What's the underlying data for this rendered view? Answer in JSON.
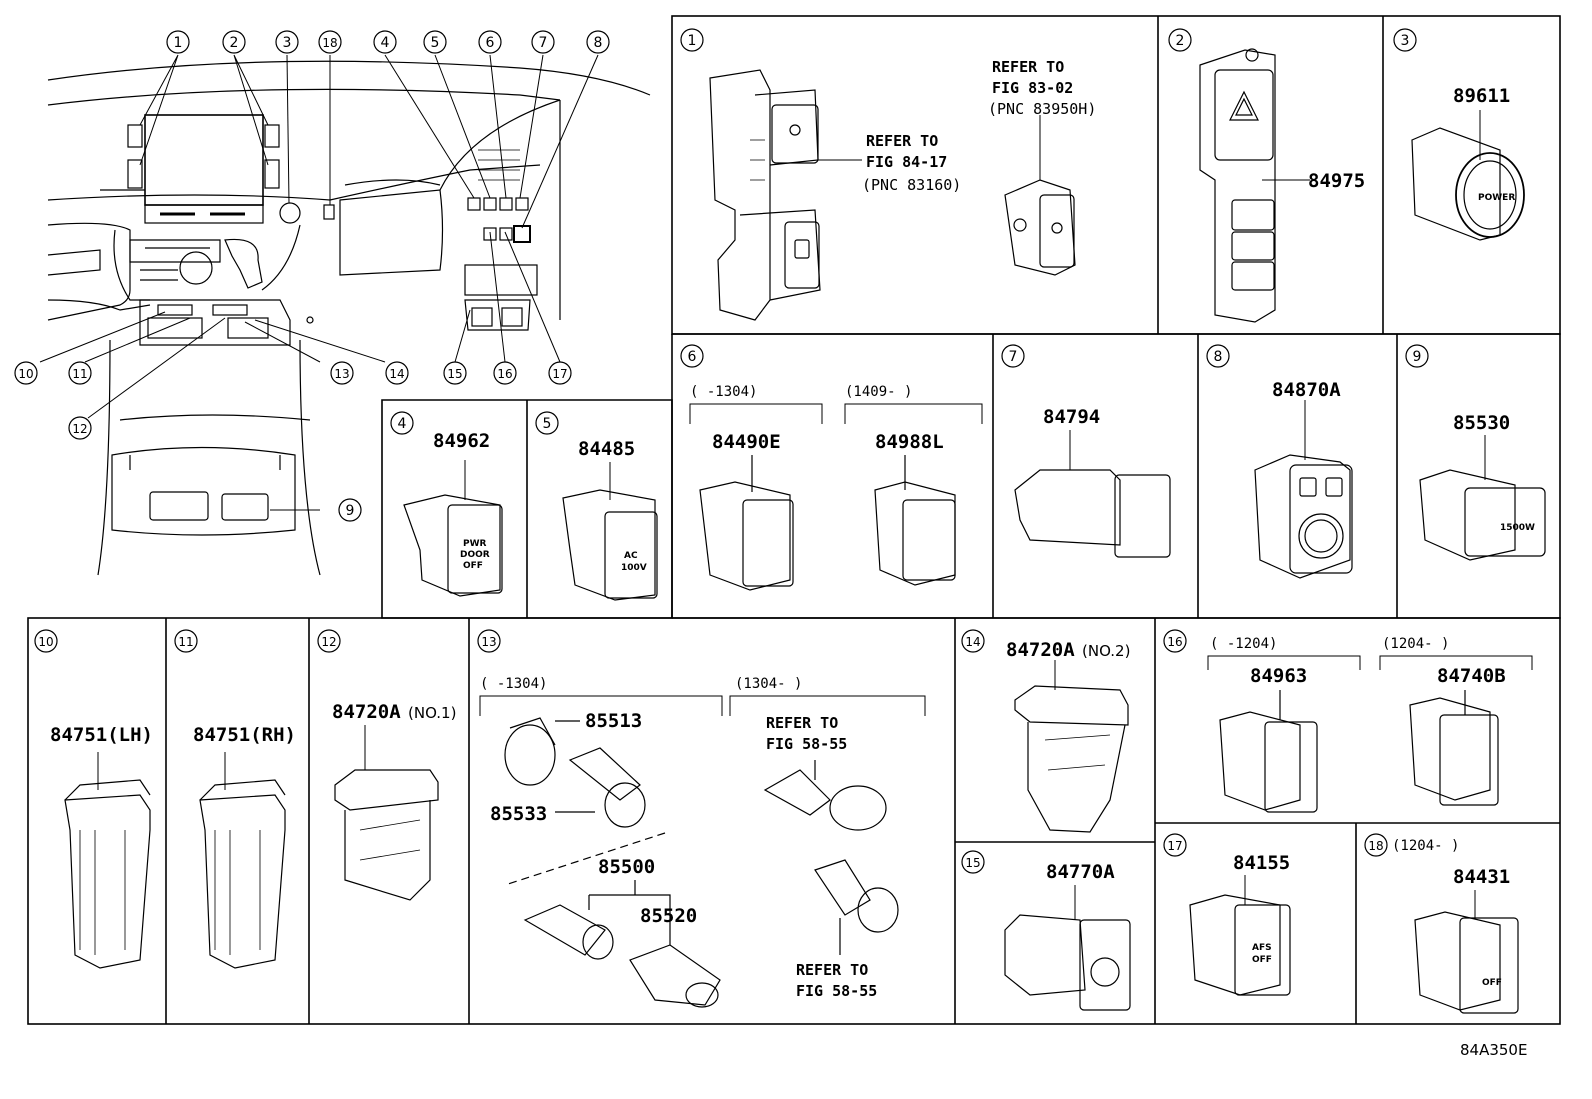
{
  "figure_code": "84A350E",
  "overview": {
    "callouts": [
      "1",
      "2",
      "3",
      "18",
      "4",
      "5",
      "6",
      "7",
      "8",
      "9",
      "10",
      "11",
      "12",
      "13",
      "14",
      "15",
      "16",
      "17"
    ]
  },
  "panels": {
    "p1": {
      "num": "1",
      "ref_a": [
        "REFER TO",
        "FIG 84-17",
        "(PNC 83160)"
      ],
      "ref_b": [
        "REFER TO",
        "FIG 83-02",
        "(PNC 83950H)"
      ]
    },
    "p2": {
      "num": "2",
      "part": "84975"
    },
    "p3": {
      "num": "3",
      "part": "89611",
      "btn": "POWER"
    },
    "p4": {
      "num": "4",
      "part": "84962",
      "btn": [
        "PWR",
        "DOOR",
        "OFF"
      ]
    },
    "p5": {
      "num": "5",
      "part": "84485",
      "btn": [
        "AC",
        "100V"
      ]
    },
    "p6": {
      "num": "6",
      "range_a": "(    -1304)",
      "range_b": "(1409-     )",
      "part_a": "84490E",
      "part_b": "84988L"
    },
    "p7": {
      "num": "7",
      "part": "84794"
    },
    "p8": {
      "num": "8",
      "part": "84870A"
    },
    "p9": {
      "num": "9",
      "part": "85530",
      "btn": "1500W"
    },
    "p10": {
      "num": "10",
      "part": "84751(LH)"
    },
    "p11": {
      "num": "11",
      "part": "84751(RH)"
    },
    "p12": {
      "num": "12",
      "part": "84720A",
      "suffix": "(NO.1)"
    },
    "p13": {
      "num": "13",
      "range_a": "(    -1304)",
      "range_b": "(1304-     )",
      "parts": [
        "85513",
        "85533",
        "85500",
        "85520"
      ],
      "ref": [
        "REFER TO",
        "FIG 58-55"
      ]
    },
    "p14": {
      "num": "14",
      "part": "84720A",
      "suffix": "(NO.2)"
    },
    "p15": {
      "num": "15",
      "part": "84770A"
    },
    "p16": {
      "num": "16",
      "range_a": "(    -1204)",
      "range_b": "(1204-     )",
      "part_a": "84963",
      "part_b": "84740B"
    },
    "p17": {
      "num": "17",
      "part": "84155",
      "btn": [
        "AFS",
        "OFF"
      ]
    },
    "p18": {
      "num": "18",
      "range": "(1204-     )",
      "part": "84431",
      "btn": "OFF"
    }
  }
}
